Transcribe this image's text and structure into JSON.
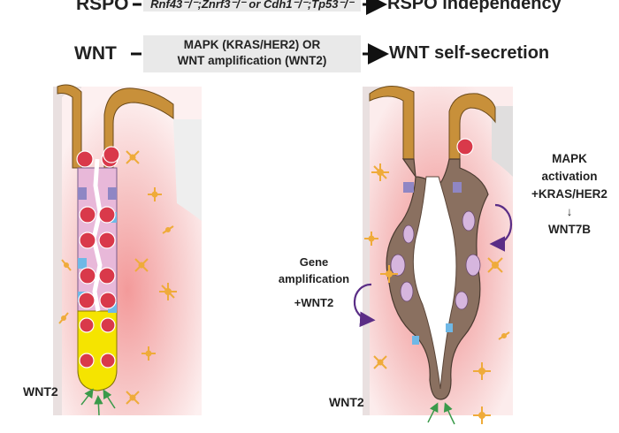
{
  "rows": {
    "rspo": {
      "label": "RSPO",
      "condition": "Rnf43⁻/⁻;Znrf3⁻/⁻ or Cdh1⁻/⁻;Tp53⁻/⁻",
      "outcome": "RSPO independency"
    },
    "wnt": {
      "label": "WNT",
      "condition_line1": "MAPK (KRAS/HER2) OR",
      "condition_line2": "WNT amplification (WNT2)",
      "outcome": "WNT self-secretion"
    }
  },
  "left_panel": {
    "label": "WNT2"
  },
  "right_panel": {
    "bottom_label": "WNT2",
    "gene_amp": {
      "line1": "Gene",
      "line2": "amplification",
      "line3": "+WNT2"
    },
    "mapk": {
      "line1": "MAPK",
      "line2": "activation",
      "line3": "+KRAS/HER2",
      "line4": "↓",
      "line5": "WNT7B"
    }
  },
  "colors": {
    "stroma_pink": "#f4c7c7",
    "epithelium_brown": "#c8903a",
    "paneth_red": "#d9394a",
    "stem_yellow": "#f5e400",
    "ta_blue": "#6fb8e6",
    "goblet_purple": "#8f86c4",
    "tumor_brown": "#8a7060",
    "tumor_lilac": "#d6b6de",
    "fibroblast_orange": "#efab3a",
    "arrow_purple": "#5a2d86",
    "arrow_green": "#3a9a4a"
  }
}
